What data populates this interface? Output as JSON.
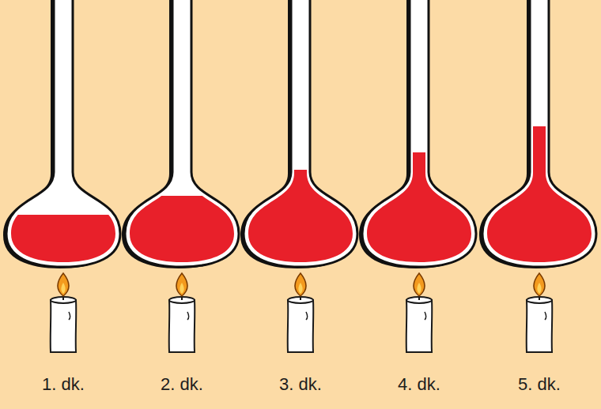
{
  "diagram": {
    "labels": [
      "1. dk.",
      "2. dk.",
      "3. dk.",
      "4. dk.",
      "5. dk."
    ]
  }
}
